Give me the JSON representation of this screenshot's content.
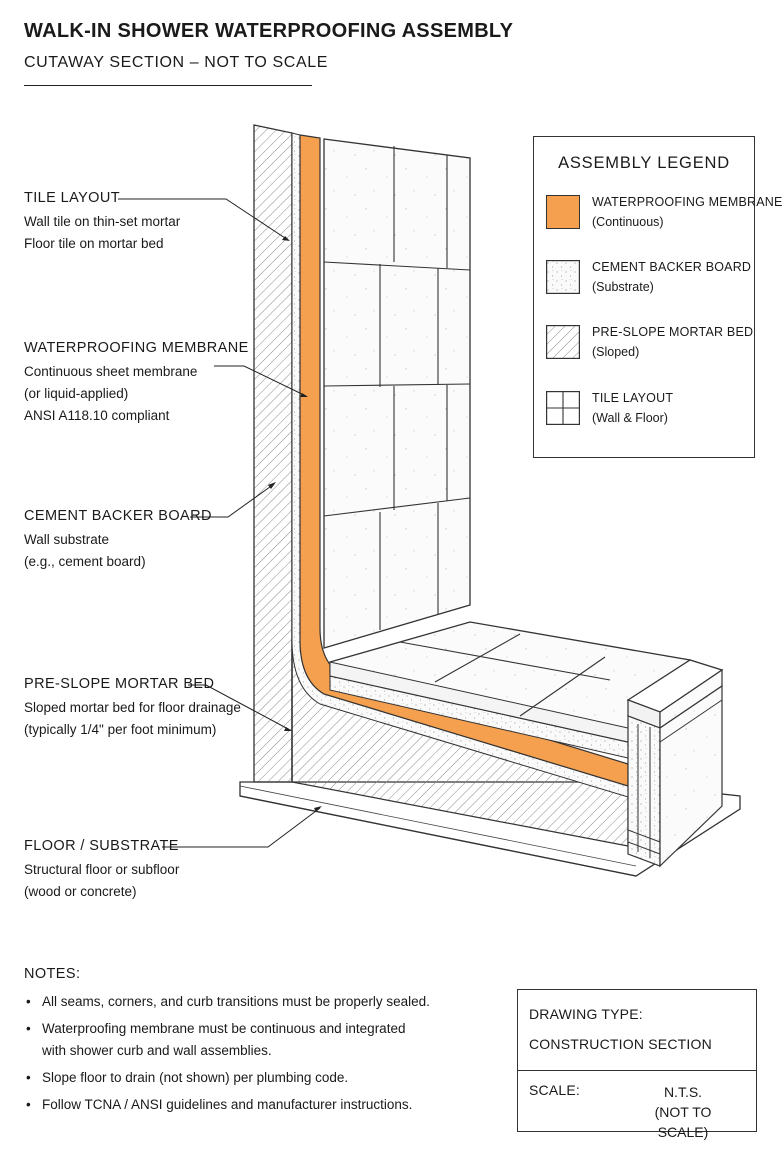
{
  "header": {
    "title": "WALK-IN SHOWER WATERPROOFING ASSEMBLY",
    "subtitle": "CUTAWAY SECTION – NOT TO SCALE"
  },
  "callouts": [
    {
      "heading": "TILE LAYOUT",
      "lines": [
        "Wall tile on thin-set mortar",
        "Floor tile on mortar bed"
      ]
    },
    {
      "heading": "WATERPROOFING MEMBRANE",
      "lines": [
        "Continuous sheet membrane",
        "(or liquid-applied)",
        "ANSI A118.10 compliant"
      ]
    },
    {
      "heading": "CEMENT BACKER BOARD",
      "lines": [
        "Wall substrate",
        "(e.g., cement board)"
      ]
    },
    {
      "heading": "PRE-SLOPE MORTAR BED",
      "lines": [
        "Sloped mortar bed for floor drainage",
        "(typically 1/4\" per foot minimum)"
      ]
    },
    {
      "heading": "FLOOR / SUBSTRATE",
      "lines": [
        "Structural floor or subfloor",
        "(wood or concrete)"
      ]
    }
  ],
  "legend": {
    "title": "ASSEMBLY LEGEND",
    "items": [
      {
        "label": "WATERPROOFING MEMBRANE",
        "sub": "(Continuous)",
        "swatch": "membrane"
      },
      {
        "label": "CEMENT BACKER BOARD",
        "sub": "(Substrate)",
        "swatch": "stipple"
      },
      {
        "label": "PRE-SLOPE MORTAR BED",
        "sub": "(Sloped)",
        "swatch": "hatch"
      },
      {
        "label": "TILE LAYOUT",
        "sub": "(Wall & Floor)",
        "swatch": "grid"
      }
    ]
  },
  "notes": {
    "title": "NOTES:",
    "items": [
      "All seams, corners, and curb transitions must be properly sealed.",
      "Waterproofing membrane must be continuous and integrated with shower curb and wall assemblies.",
      "Slope floor to drain (not shown) per plumbing code.",
      "Follow TCNA / ANSI guidelines and manufacturer instructions."
    ]
  },
  "info": {
    "drawing_type_label": "DRAWING TYPE:",
    "drawing_type_value": "CONSTRUCTION SECTION",
    "scale_label": "SCALE:",
    "scale_value_1": "N.T.S.",
    "scale_value_2": "(NOT TO SCALE)"
  },
  "colors": {
    "membrane": "#f5a04f",
    "line": "#333333",
    "hatch": "#8a8a8a"
  }
}
